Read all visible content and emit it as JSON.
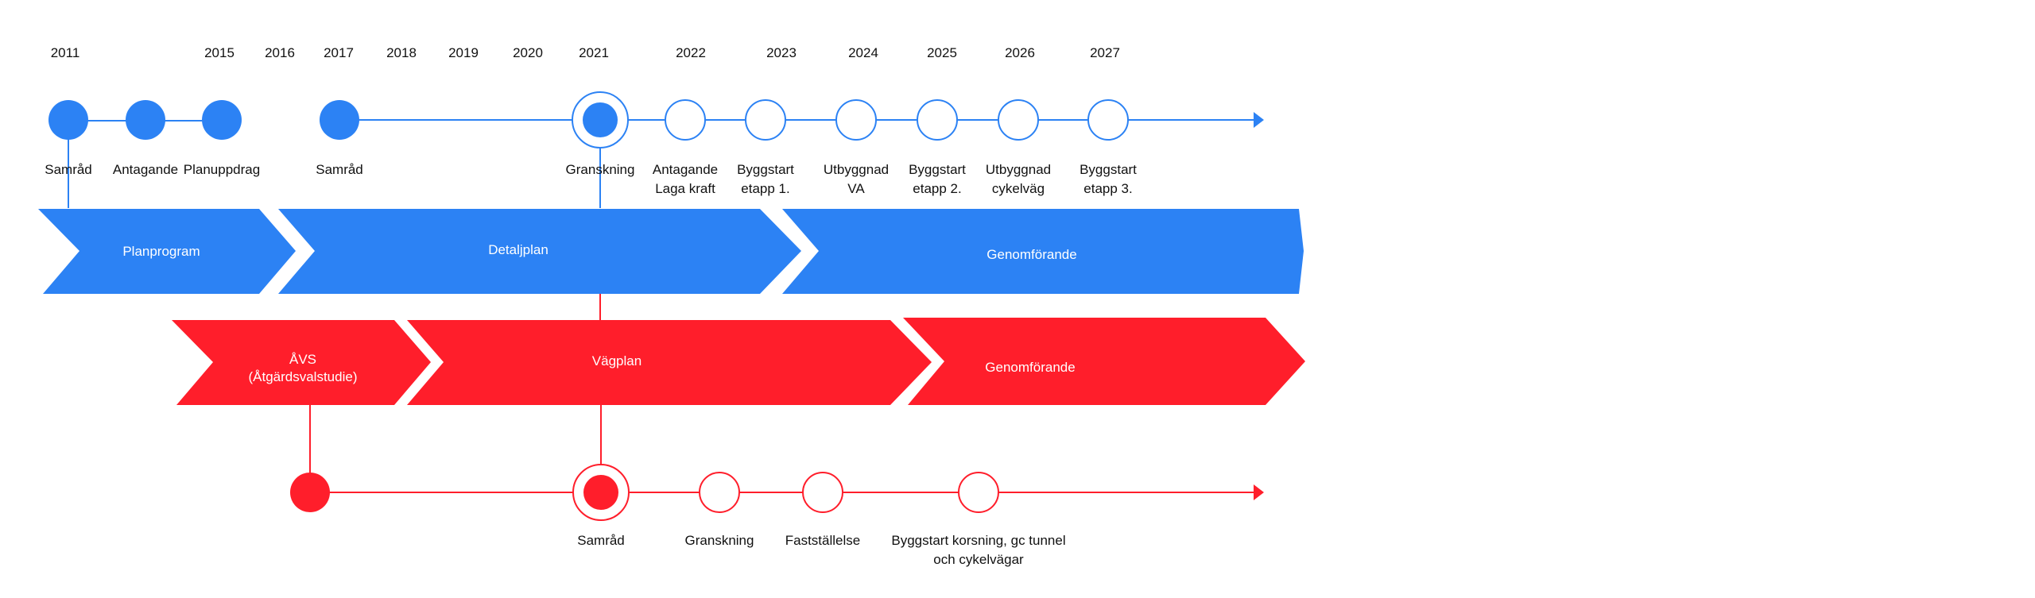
{
  "colors": {
    "blue": "#2c82f4",
    "red": "#ff1e2b",
    "text": "#111111",
    "phase_text": "#ffffff"
  },
  "years": [
    {
      "label": "2011"
    },
    {
      "label": "2015"
    },
    {
      "label": "2016"
    },
    {
      "label": "2017"
    },
    {
      "label": "2018"
    },
    {
      "label": "2019"
    },
    {
      "label": "2020"
    },
    {
      "label": "2021"
    },
    {
      "label": "2022"
    },
    {
      "label": "2023"
    },
    {
      "label": "2024"
    },
    {
      "label": "2025"
    },
    {
      "label": "2026"
    },
    {
      "label": "2027"
    }
  ],
  "plan_milestones": [
    {
      "lines": [
        "Samråd"
      ],
      "state": "done"
    },
    {
      "lines": [
        "Antagande"
      ],
      "state": "done"
    },
    {
      "lines": [
        "Planuppdrag"
      ],
      "state": "done"
    },
    {
      "lines": [
        "Samråd"
      ],
      "state": "done"
    },
    {
      "lines": [
        "Granskning"
      ],
      "state": "current"
    },
    {
      "lines": [
        "Antagande",
        "Laga kraft"
      ],
      "state": "upcoming"
    },
    {
      "lines": [
        "Byggstart",
        "etapp 1."
      ],
      "state": "upcoming"
    },
    {
      "lines": [
        "Utbyggnad",
        "VA"
      ],
      "state": "upcoming"
    },
    {
      "lines": [
        "Byggstart",
        "etapp 2."
      ],
      "state": "upcoming"
    },
    {
      "lines": [
        "Utbyggnad",
        "cykelväg"
      ],
      "state": "upcoming"
    },
    {
      "lines": [
        "Byggstart",
        "etapp 3."
      ],
      "state": "upcoming"
    }
  ],
  "plan_phases": [
    {
      "lines": [
        "Planprogram"
      ]
    },
    {
      "lines": [
        "Detaljplan"
      ]
    },
    {
      "lines": [
        "Genomförande"
      ]
    }
  ],
  "road_phases": [
    {
      "lines": [
        "ÅVS",
        "(Åtgärdsvalstudie)"
      ]
    },
    {
      "lines": [
        "Vägplan"
      ]
    },
    {
      "lines": [
        "Genomförande"
      ]
    }
  ],
  "road_milestones": [
    {
      "lines": [],
      "state": "done"
    },
    {
      "lines": [
        "Samråd"
      ],
      "state": "current"
    },
    {
      "lines": [
        "Granskning"
      ],
      "state": "upcoming"
    },
    {
      "lines": [
        "Fastställelse"
      ],
      "state": "upcoming"
    },
    {
      "lines": [
        "Byggstart korsning, gc tunnel",
        "och cykelvägar"
      ],
      "state": "upcoming"
    }
  ]
}
